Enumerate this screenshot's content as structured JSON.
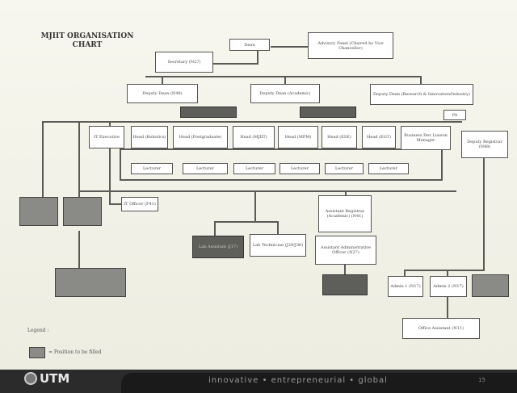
{
  "title": "MJIIT ORGANISATION CHART",
  "nodes": {
    "dean": "Dean",
    "advisory": "Advisory Panel (Chaired by Vice Chancellor)",
    "secretary": "Secretary (N27)",
    "dd_academic": "Deputy Dean (N48)",
    "dd_academic_sub": "",
    "dd_admin": "Deputy Dean (Academic)",
    "dd_research": "Deputy Dean (Research & Innovation/Industry)",
    "pa": "PA",
    "grey_dd1": "",
    "grey_dd2": "",
    "it_unit": "IT Executive",
    "head_1": "Head (Robotics)",
    "head_2": "Head (Postgraduate)",
    "head_3": "Head (MJIIT)",
    "head_4": "Head (MPM)",
    "head_5": "Head (ESE)",
    "head_6": "Head (EGT)",
    "biz_dev": "Business Dev Liaison Manager",
    "deputy_registrar": "Deputy Registrar (N48)",
    "lecturer": "Lecturer",
    "it_officer": "IT Officer (F41)",
    "asst_reg_acad": "Assistant Registrar (Academic) (N41)",
    "asst_admin_officer": "Assistant Administrative Officer (N27)",
    "lab_assistant": "Lab Assistant (J17)",
    "lab_tech": "Lab Technician (J29/J36)",
    "admin_1": "Admin 1 (N17)",
    "admin_2": "Admin 2 (N17)",
    "office_asst": "Office Assistant (N11)",
    "grey_left_1": "",
    "grey_left_2": "",
    "grey_left_3": "",
    "grey_mid": "",
    "grey_right": ""
  },
  "legend": {
    "label": "Legend :",
    "text": "= Position to be filled"
  },
  "footer": {
    "logo": "UTM",
    "tagline": "innovative • entrepreneurial • global",
    "page": "15"
  }
}
